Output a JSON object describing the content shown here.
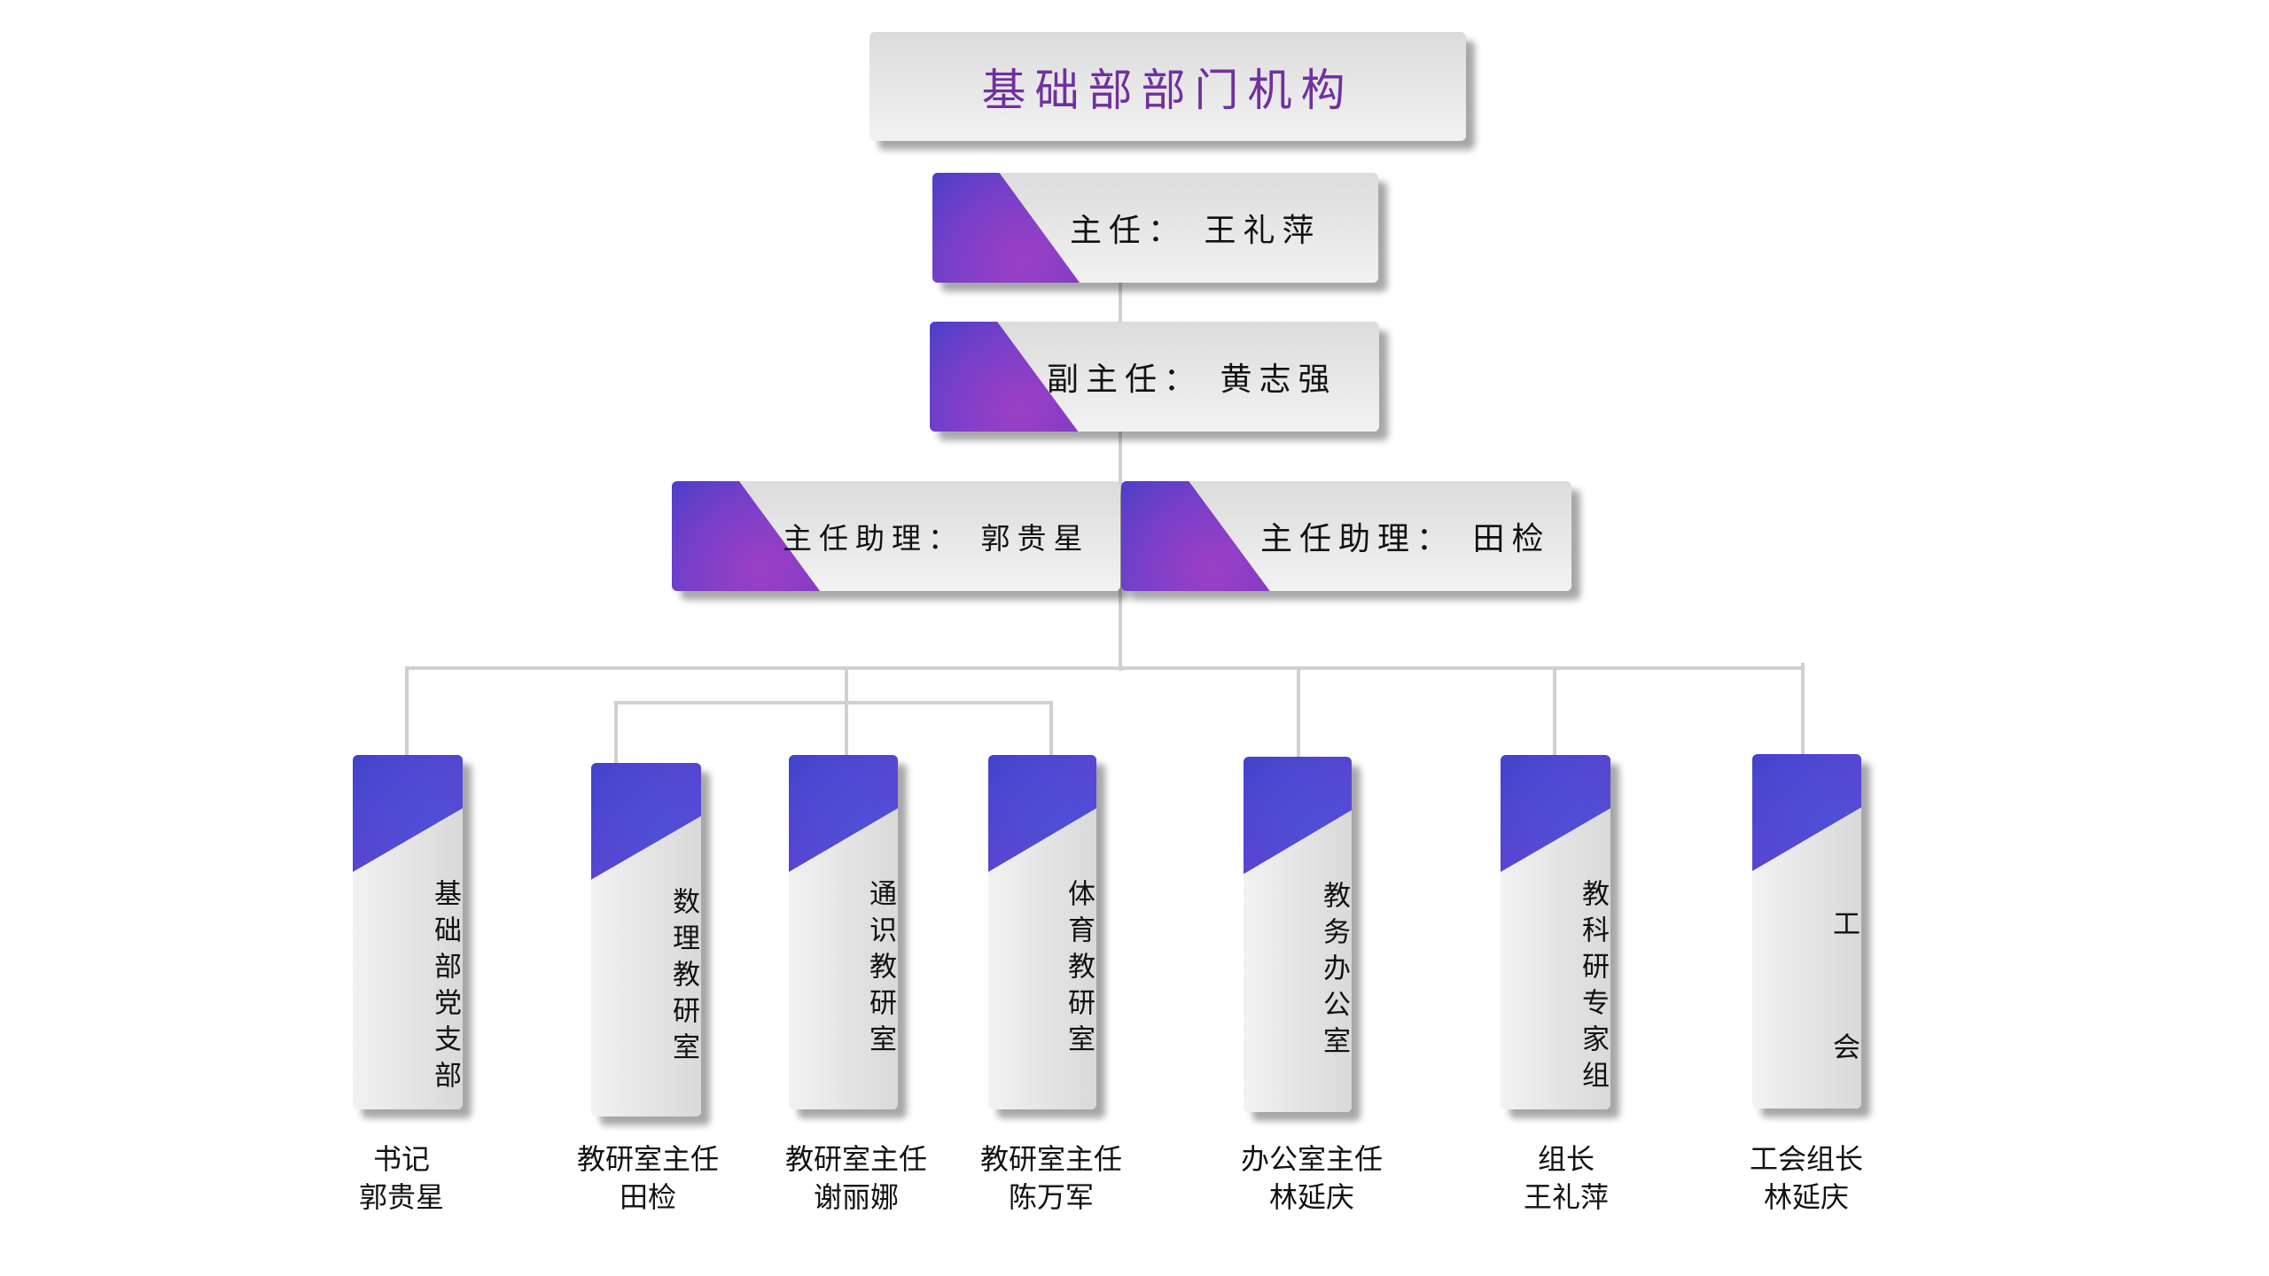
{
  "title": "基础部部门机构",
  "colors": {
    "title": "#7030a0",
    "accent_purple": "#6b1ea8",
    "accent_blue": "#3c3fc8"
  },
  "director": "主任： 王礼萍",
  "deputy": "副主任： 黄志强",
  "assistants": [
    "主任助理： 郭贵星",
    "主任助理： 田检"
  ],
  "units": [
    {
      "name": "基础部党支部",
      "role": "书记",
      "person": "郭贵星"
    },
    {
      "name": "数理教研室",
      "role": "教研室主任",
      "person": "田检"
    },
    {
      "name": "通识教研室",
      "role": "教研室主任",
      "person": "谢丽娜"
    },
    {
      "name": "体育教研室",
      "role": "教研室主任",
      "person": "陈万军"
    },
    {
      "name": "教务办公室",
      "role": "办公室主任",
      "person": "林延庆"
    },
    {
      "name": "教科研专家组",
      "role": "组长",
      "person": "王礼萍"
    },
    {
      "name": "工 会",
      "role": "工会组长",
      "person": "林延庆"
    }
  ]
}
